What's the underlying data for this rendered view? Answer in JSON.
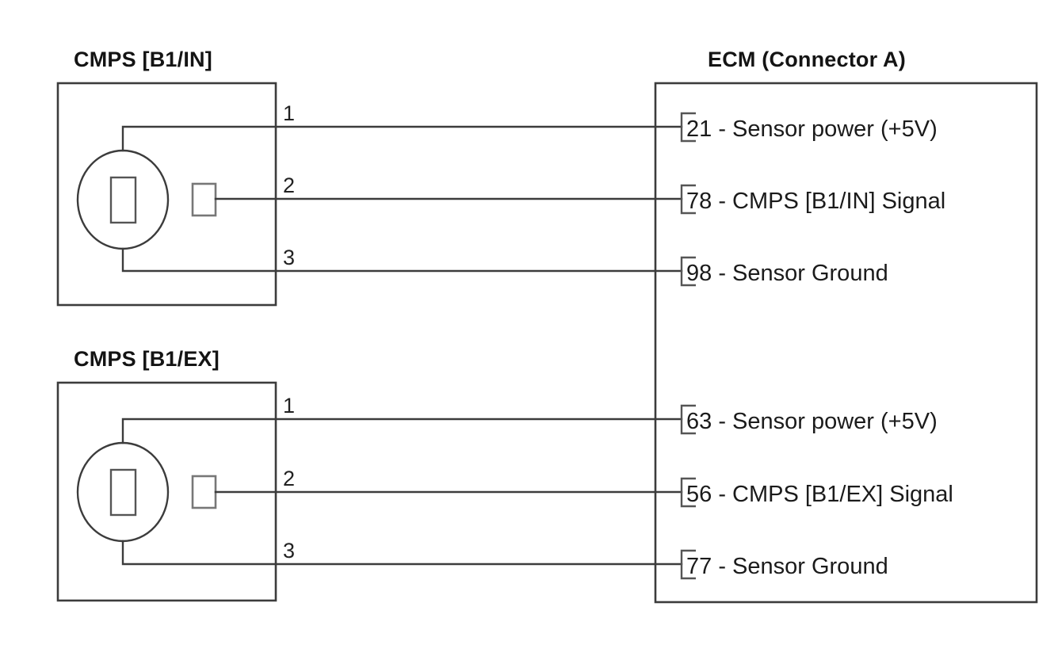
{
  "diagram": {
    "background_color": "#ffffff",
    "line_color": "#3c3c3c",
    "text_color": "#141414",
    "connectors": [
      {
        "id": "cmps-b1-in",
        "title": "CMPS [B1/IN]",
        "pins": [
          {
            "number": "1",
            "function": "Sensor power (+5V)"
          },
          {
            "number": "2",
            "function": "CMPS [B1/IN] Signal"
          },
          {
            "number": "3",
            "function": "Sensor Ground"
          }
        ]
      },
      {
        "id": "cmps-b1-ex",
        "title": "CMPS [B1/EX]",
        "pins": [
          {
            "number": "1",
            "function": "Sensor power (+5V)"
          },
          {
            "number": "2",
            "function": "CMPS [B1/EX] Signal"
          },
          {
            "number": "3",
            "function": "Sensor Ground"
          }
        ]
      }
    ],
    "ecm": {
      "title": "ECM (Connector A)",
      "terminals": [
        {
          "pin": "21",
          "label": "21 - Sensor power (+5V)"
        },
        {
          "pin": "78",
          "label": "78 - CMPS [B1/IN] Signal"
        },
        {
          "pin": "98",
          "label": "98 - Sensor Ground"
        },
        {
          "pin": "63",
          "label": "63 - Sensor power (+5V)"
        },
        {
          "pin": "56",
          "label": "56 - CMPS [B1/EX] Signal"
        },
        {
          "pin": "77",
          "label": "77 - Sensor Ground"
        }
      ]
    }
  }
}
